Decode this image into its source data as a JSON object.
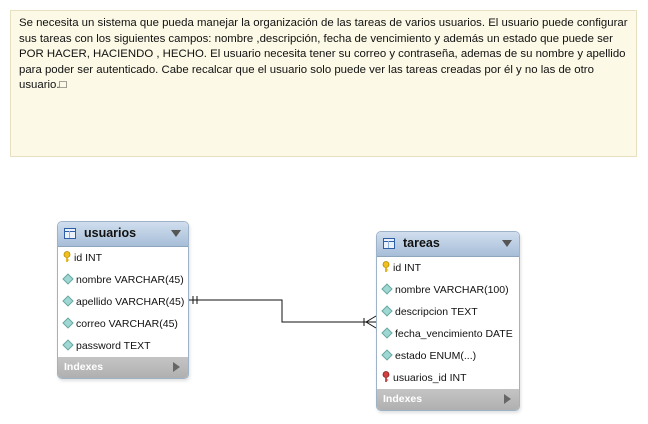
{
  "note": {
    "text": "Se necesita un sistema que pueda manejar la organización de las tareas de varios usuarios. El usuario puede configurar sus tareas con los siguientes campos: nombre ,descripción, fecha de vencimiento y además un estado que puede ser POR HACER, HACIENDO , HECHO. El usuario necesita tener su correo y contraseña, ademas de su nombre y apellido para poder ser autenticado. Cabe recalcar que el usuario solo puede ver las tareas creadas por él y no las de otro usuario.□"
  },
  "tables": {
    "usuarios": {
      "title": "usuarios",
      "columns": [
        {
          "text": "id INT",
          "icon": "primary-key-icon"
        },
        {
          "text": "nombre VARCHAR(45)",
          "icon": "column-icon"
        },
        {
          "text": "apellido VARCHAR(45)",
          "icon": "column-icon"
        },
        {
          "text": "correo VARCHAR(45)",
          "icon": "column-icon"
        },
        {
          "text": "password TEXT",
          "icon": "column-icon"
        }
      ],
      "indexes_label": "Indexes"
    },
    "tareas": {
      "title": "tareas",
      "columns": [
        {
          "text": "id INT",
          "icon": "primary-key-icon"
        },
        {
          "text": "nombre VARCHAR(100)",
          "icon": "column-icon"
        },
        {
          "text": "descripcion TEXT",
          "icon": "column-icon"
        },
        {
          "text": "fecha_vencimiento DATE",
          "icon": "column-icon"
        },
        {
          "text": "estado ENUM(...)",
          "icon": "column-icon"
        },
        {
          "text": "usuarios_id INT",
          "icon": "foreign-key-icon"
        }
      ],
      "indexes_label": "Indexes"
    }
  },
  "relationship": {
    "from": "usuarios",
    "to": "tareas",
    "cardinality": "one-to-many"
  },
  "colors": {
    "note_bg": "#fcf9e6",
    "header_bg": "#a7bed8",
    "indexes_bg": "#b8b8b8",
    "key_yellow": "#f0c020",
    "fk_red": "#d04040",
    "column_teal": "#9fd7d2"
  }
}
